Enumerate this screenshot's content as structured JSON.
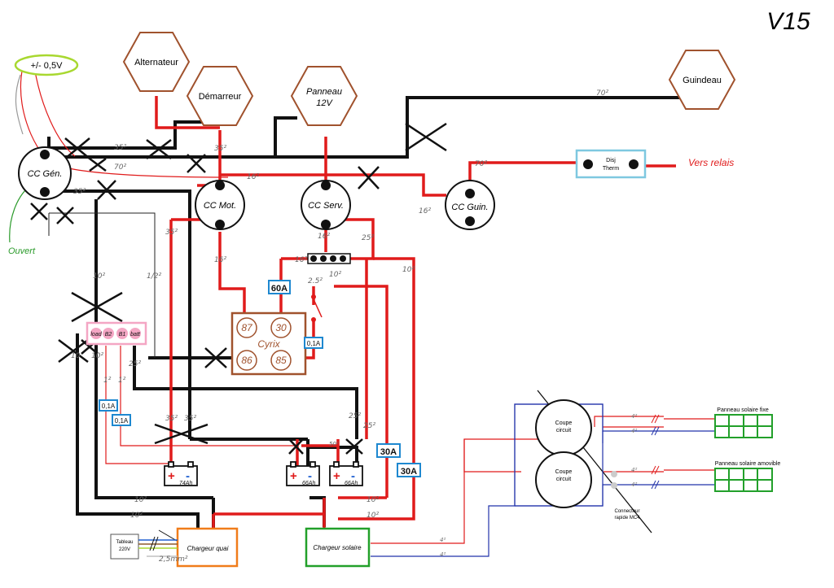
{
  "version": "V15",
  "voltmeter": "+/- 0,5V",
  "hexagons": {
    "alternateur": "Alternateur",
    "demarreur": "Démarreur",
    "panneau_l1": "Panneau",
    "panneau_l2": "12V",
    "guindeau": "Guindeau"
  },
  "switches": {
    "gen": "CC Gén.",
    "mot": "CC Mot.",
    "serv": "CC  Serv.",
    "guin": "CC  Guin."
  },
  "labels": {
    "ouvert": "Ouvert",
    "vers_relais": "Vers relais",
    "disj_l1": "Disj",
    "disj_l2": "Therm",
    "cyrix": "Cyrix",
    "chargeur_quai": "Chargeur quai",
    "chargeur_solaire": "Chargeur solaire",
    "tableau_l1": "Tableau",
    "tableau_l2": "220V",
    "coupe_l1": "Coupe",
    "coupe_l2": "circuit",
    "panneau_fixe": "Panneau solaire fixe",
    "panneau_amovible": "Panneau solaire amovible",
    "connecteur_l1": "Connecteur",
    "connecteur_l2": "rapide MC4",
    "plus": "+",
    "minus": "-"
  },
  "relay_pins": [
    "87",
    "30",
    "86",
    "85"
  ],
  "terminal_labels": [
    "load",
    "B2",
    "B1",
    "batt"
  ],
  "batteries": [
    "74Ah",
    "66Ah",
    "66Ah"
  ],
  "fuses": {
    "f60": "60A",
    "f30a": "30A",
    "f30b": "30A",
    "f01a": "0,1A",
    "f01b": "0,1A",
    "f01c": "0,1A"
  },
  "gauges": {
    "g70_top": "70²",
    "g35_a": "35²",
    "g35_b": "35²",
    "g70_gen": "70²",
    "g35_gen": "35²",
    "g16_mot": "16²",
    "g16_guin": "16²",
    "g70_disj": "70²",
    "g35_mot": "35²",
    "g16_mot_down": "16²",
    "g16_serv": "16²",
    "g25_serv": "25²",
    "g10_serv": "10²",
    "g16_bus": "16²",
    "g25_bus": "2.5²",
    "g10_bus": "10²",
    "g10_gen": "10²",
    "g12_gen": "1/2²",
    "g10_load": "10",
    "g10_b2": "10²",
    "g1_a": "1²",
    "g1_b": "1²",
    "g25_batt": "25²",
    "g35_bat1": "35²",
    "g35_bat2": "35²",
    "g25_r1": "25²",
    "g25_r2": "25²",
    "g50": "50²",
    "g10_c1": "10²",
    "g10_c2": "10²",
    "g10_c3": "10²",
    "g10_c4": "10²",
    "g4_a": "4²",
    "g4_b": "4²",
    "g4_c": "4²",
    "g4_d": "4²",
    "g4_e": "4²",
    "g4_f": "4²",
    "g25_quai": "2,5mm²"
  },
  "colors": {
    "positive": "#e01b1b",
    "negative": "#111111",
    "solar_neg": "#2233aa",
    "hex": "#a0522d",
    "disj": "#7ec8e0",
    "fuse": "#1e88d0",
    "terminal": "#f4a6c4",
    "quai": "#f07c1a",
    "solaire": "#22a02a",
    "panel": "#22a02a",
    "voltmeter": "#a8d830"
  }
}
